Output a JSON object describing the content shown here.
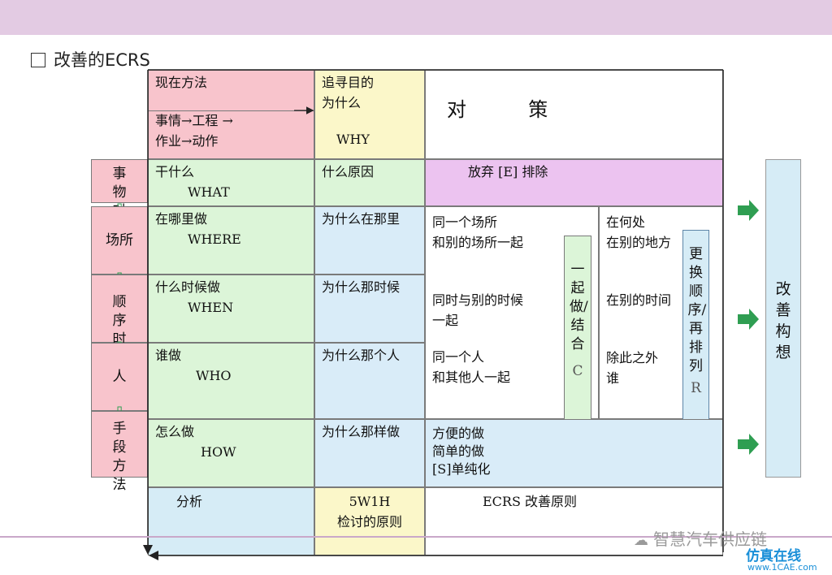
{
  "heading": "改善的ECRS",
  "header": {
    "current_method": "现在方法",
    "current_detail_1": "事情→工程 →",
    "current_detail_2": "作业→动作",
    "purpose_1": "追寻目的",
    "purpose_2": "为什么",
    "why": "WHY",
    "measures": "对          策"
  },
  "left_labels": {
    "object": "事物对象",
    "place": "场所",
    "time": "顺序时间",
    "person": "人",
    "means": "手段方法"
  },
  "rows": {
    "what": {
      "q": "干什么",
      "en": "WHAT",
      "why": "什么原因",
      "action": "放弃 [E] 排除"
    },
    "where": {
      "q": "在哪里做",
      "en": "WHERE",
      "why": "为什么在那里",
      "combine_1": "同一个场所",
      "combine_2": "和别的场所一起",
      "rearrange_1": "在何处",
      "rearrange_2": "在别的地方"
    },
    "when": {
      "q": "什么时候做",
      "en": "WHEN",
      "why": "为什么那时候",
      "combine_1": "同时与别的时候",
      "combine_2": "一起",
      "rearrange_1": "在别的时间"
    },
    "who": {
      "q": "谁做",
      "en": "WHO",
      "why": "为什么那个人",
      "combine_1": "同一个人",
      "combine_2": "和其他人一起",
      "rearrange_1": "除此之外",
      "rearrange_2": "谁"
    },
    "how": {
      "q": "怎么做",
      "en": "HOW",
      "why": "为什么那样做",
      "simplify_1": "方便的做",
      "simplify_2": "简单的做",
      "simplify_3": "[S]单纯化"
    }
  },
  "combine_label": "一起做/结合",
  "combine_letter": "C",
  "rearrange_label": "更换顺序/再排列",
  "rearrange_letter": "R",
  "improve_label": "改善构想",
  "footer": {
    "analysis": "分析",
    "fivew_1": "5W1H",
    "fivew_2": "检讨的原则",
    "ecrs": "ECRS 改善原则"
  },
  "watermark": {
    "wechat": "智慧汽车供应链",
    "site_cn": "仿真在线",
    "site_url": "www.1CAE.com"
  },
  "colors": {
    "pink": "#f8c4cc",
    "green": "#dcf5d8",
    "yellow": "#fbf7c9",
    "blue": "#d9ecf8",
    "magenta": "#ecc3f0",
    "arrow_green": "#2f9e52"
  }
}
